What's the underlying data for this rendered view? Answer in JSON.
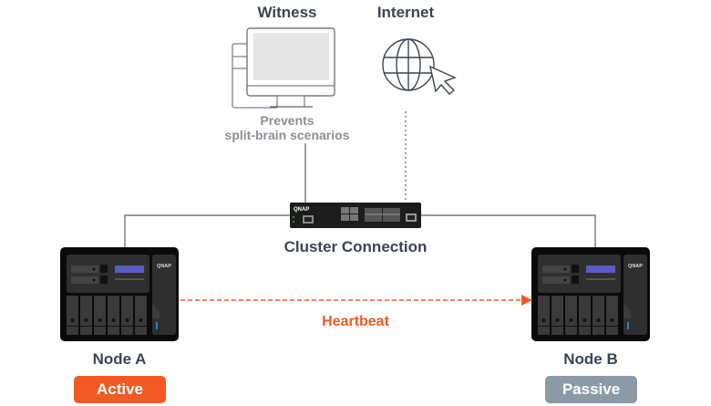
{
  "witness": {
    "title": "Witness",
    "description_line1": "Prevents",
    "description_line2": "split-brain scenarios",
    "icon": "desktop-computer-icon"
  },
  "internet": {
    "title": "Internet",
    "icon": "globe-cursor-icon"
  },
  "switch": {
    "label": "Cluster Connection",
    "brand": "QNAP",
    "icon": "network-switch-icon"
  },
  "heartbeat": {
    "label": "Heartbeat",
    "color": "#f15a24",
    "direction": "Node A → Node B"
  },
  "nodes": [
    {
      "name": "Node A",
      "brand": "QNAP",
      "status": "Active",
      "status_color": "#f15a24",
      "icon": "nas-icon"
    },
    {
      "name": "Node B",
      "brand": "QNAP",
      "status": "Passive",
      "status_color": "#8a9ba5",
      "icon": "nas-icon"
    }
  ],
  "colors": {
    "line": "#5a6270",
    "text": "#3d4451",
    "muted_text": "#8a8f96",
    "device_body": "#1c1c1c"
  }
}
